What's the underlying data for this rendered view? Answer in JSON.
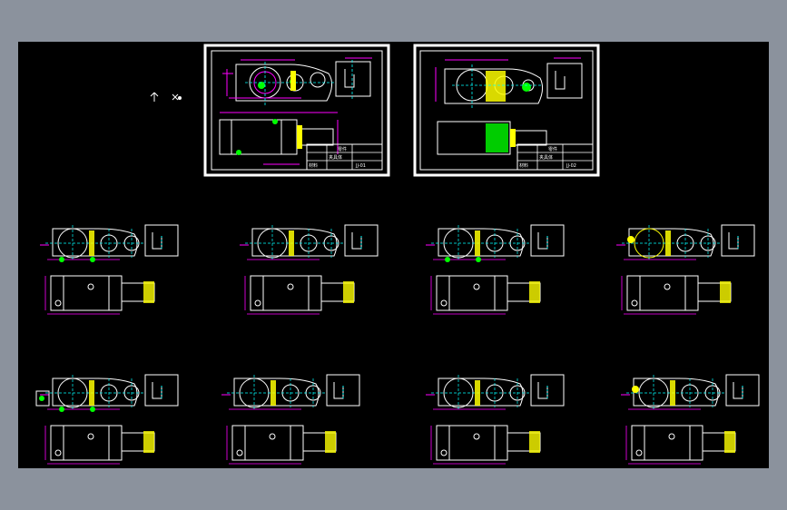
{
  "viewer": {
    "background": "#8b929d",
    "canvas_background": "#000000"
  },
  "sheets": [
    {
      "name": "sheet-1",
      "frame_color": "#ffffff",
      "title_block": {
        "label_a": "零件",
        "label_b": "夹具体",
        "label_c": "材料",
        "drawing_no": "JJ-01"
      }
    },
    {
      "name": "sheet-2",
      "frame_color": "#ffffff",
      "title_block": {
        "label_a": "零件",
        "label_b": "夹具体",
        "label_c": "材料",
        "drawing_no": "JJ-02"
      }
    }
  ],
  "operation_views": {
    "count": 8,
    "part_outline_color": "#ffffff",
    "dimension_color": "#ff00ff",
    "centerline_color": "#00ffff",
    "hatch_color": "#ffff00",
    "feature_color": "#00ff00"
  },
  "colors": {
    "white": "#ffffff",
    "magenta": "#ff00ff",
    "cyan": "#00ffff",
    "yellow": "#ffff00",
    "green": "#00ff00",
    "red": "#ff0000"
  }
}
